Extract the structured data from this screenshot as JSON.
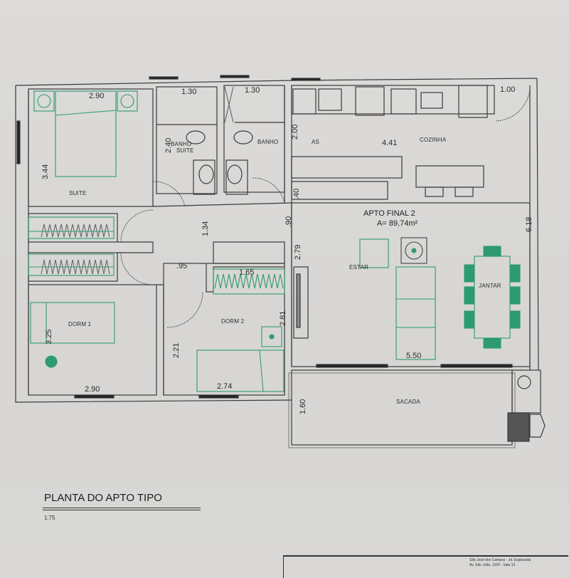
{
  "drawing": {
    "title": "PLANTA DO APTO TIPO",
    "scale": "1:75",
    "unit": {
      "name": "APTO FINAL 2",
      "area": "A= 89,74m²"
    }
  },
  "rooms": {
    "suite": "SUITE",
    "banho_suite_1": "BANHO",
    "banho_suite_2": "SUITE",
    "banho": "BANHO",
    "as": "AS",
    "cozinha": "COZINHA",
    "estar": "ESTAR",
    "jantar": "JANTAR",
    "dorm1": "DORM 1",
    "dorm2": "DORM 2",
    "sacada": "SACADA"
  },
  "dimensions": {
    "suite_width": "2.90",
    "suite_depth": "3.44",
    "banho_suite_width": "1.30",
    "banho_width": "1.30",
    "banho_depth": "2.40",
    "as_depth": "2.00",
    "kitchen_width": "4.41",
    "kitchen_door": "1.00",
    "counter_gap": ".40",
    "hall_width": "1.34",
    "hall_door": ".90",
    "hall_small": ".95",
    "living_depth": "2.79",
    "living_width": "5.50",
    "living_total": "6.18",
    "closet_dorm2": "1.65",
    "dorm1_depth": "3.25",
    "dorm1_width": "2.90",
    "dorm2_depth": "2.81",
    "dorm2_depth_left": "2.21",
    "dorm2_width": "2.74",
    "sacada_depth": "1.60"
  },
  "title_block": {
    "line1": "São José dos Campos - Jd. Esplanada",
    "line2": "Av. São João, 1100 - Sala 13"
  },
  "colors": {
    "wall": "#3a3a3a",
    "furniture_green": "#2e9a72",
    "paper": "#d9d8d6"
  }
}
